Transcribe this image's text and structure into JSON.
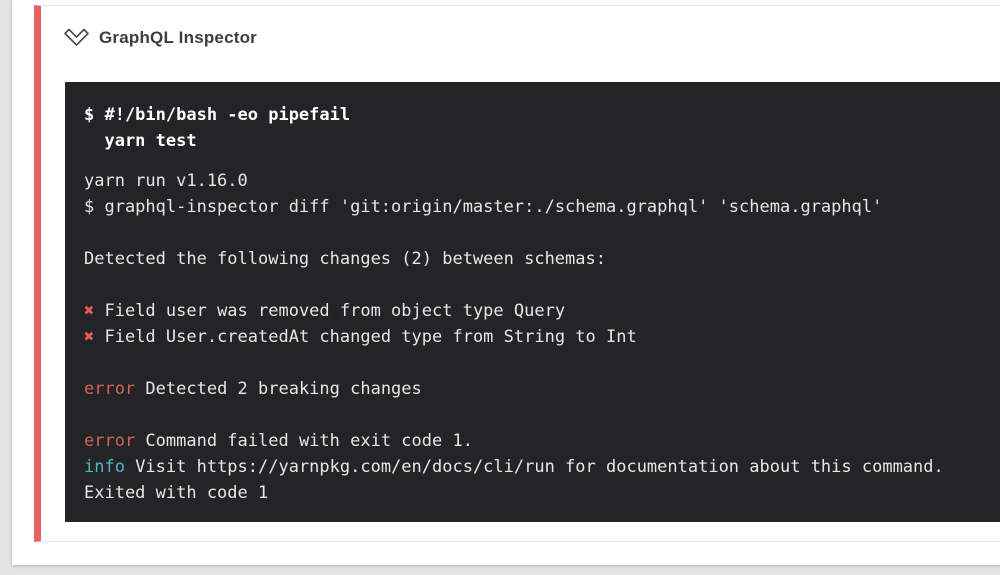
{
  "colors": {
    "page_background": "#e3e3e4",
    "card_background": "#ffffff",
    "accent_red": "#ea5f5f",
    "section_border": "#e4e4e4",
    "title_text": "#3d3d3d",
    "terminal_background": "#242427",
    "terminal_text": "#e6e6e6",
    "terminal_bold_text": "#ffffff",
    "cross_red": "#eb5a5a",
    "error_red": "#d26060",
    "info_cyan": "#4fb5c5"
  },
  "header": {
    "title": "GraphQL Inspector",
    "collapse_icon": "chevron-down-icon"
  },
  "terminal": {
    "lines": [
      {
        "type": "command",
        "segments": [
          {
            "style": "bold",
            "text": "$ #!/bin/bash -eo pipefail"
          }
        ]
      },
      {
        "type": "command",
        "segments": [
          {
            "style": "bold",
            "text": "  yarn test"
          }
        ]
      },
      {
        "type": "output-start",
        "segments": [
          {
            "style": "plain",
            "text": "yarn run v1.16.0"
          }
        ]
      },
      {
        "segments": [
          {
            "style": "plain",
            "text": "$ graphql-inspector diff 'git:origin/master:./schema.graphql' 'schema.graphql'"
          }
        ]
      },
      {
        "segments": []
      },
      {
        "segments": [
          {
            "style": "plain",
            "text": "Detected the following changes (2) between schemas:"
          }
        ]
      },
      {
        "segments": []
      },
      {
        "segments": [
          {
            "style": "cross",
            "text": "✖"
          },
          {
            "style": "plain",
            "text": " Field user was removed from object type Query"
          }
        ]
      },
      {
        "segments": [
          {
            "style": "cross",
            "text": "✖"
          },
          {
            "style": "plain",
            "text": " Field User.createdAt changed type from String to Int"
          }
        ]
      },
      {
        "segments": []
      },
      {
        "segments": [
          {
            "style": "error",
            "text": "error"
          },
          {
            "style": "plain",
            "text": " Detected 2 breaking changes"
          }
        ]
      },
      {
        "segments": []
      },
      {
        "segments": [
          {
            "style": "error",
            "text": "error"
          },
          {
            "style": "plain",
            "text": " Command failed with exit code 1."
          }
        ]
      },
      {
        "segments": [
          {
            "style": "info",
            "text": "info"
          },
          {
            "style": "plain",
            "text": " Visit https://yarnpkg.com/en/docs/cli/run for documentation about this command."
          }
        ]
      },
      {
        "segments": [
          {
            "style": "plain",
            "text": "Exited with code 1"
          }
        ]
      }
    ]
  }
}
